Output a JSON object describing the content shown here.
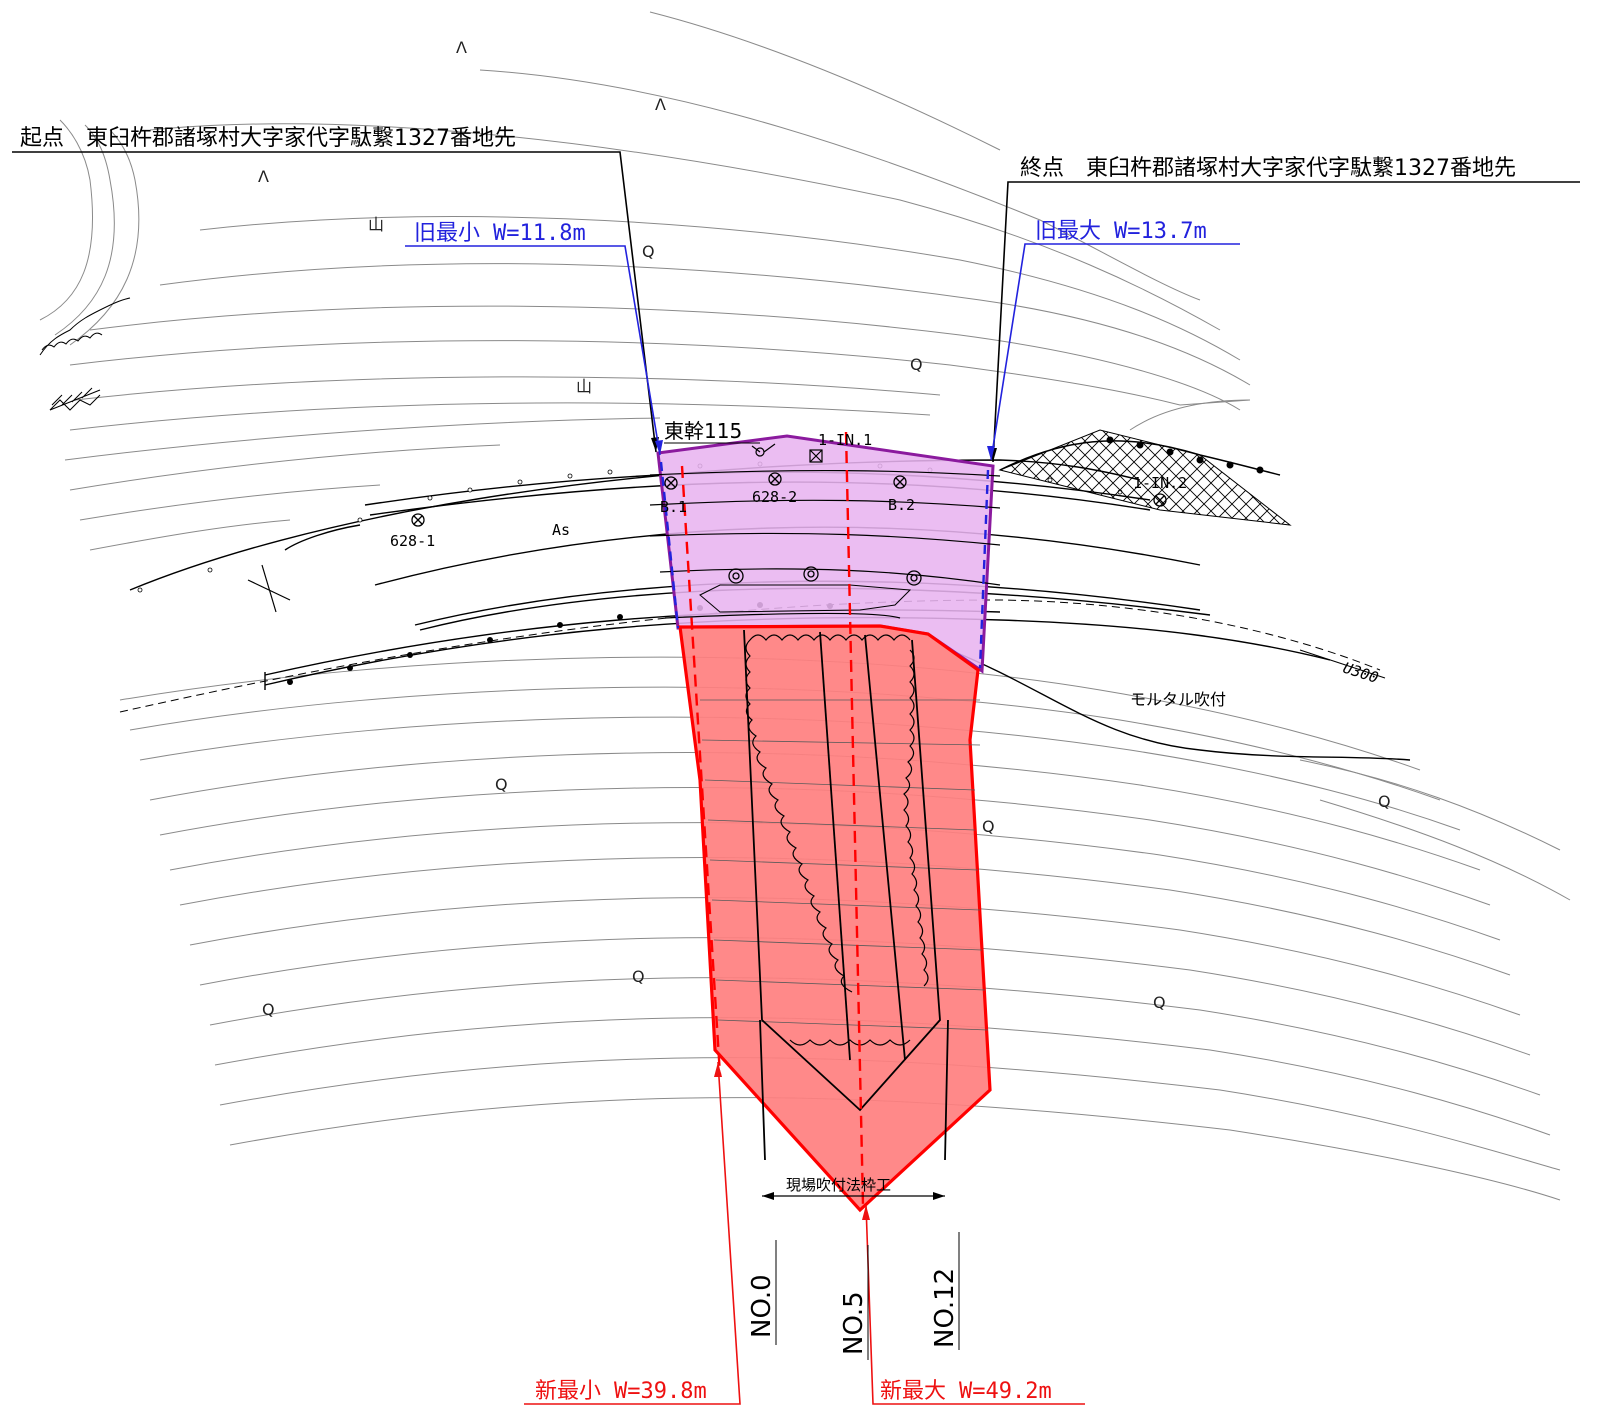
{
  "labels": {
    "start_point": "起点　東臼杵郡諸塚村大字家代字駄繋1327番地先",
    "end_point": "終点　東臼杵郡諸塚村大字家代字駄繋1327番地先",
    "old_min_prefix": "旧最小",
    "old_min_width": "W=11.8m",
    "old_max_prefix": "旧最大",
    "old_max_width": "W=13.7m",
    "new_min_prefix": "新最小",
    "new_min_width": "W=39.8m",
    "new_max_prefix": "新最大",
    "new_max_width": "W=49.2m",
    "pole": "東幹115",
    "in_1": "1-IN.1",
    "in_2": "1-IN.2",
    "b_1": "B.1",
    "b_2": "B.2",
    "parcel_628_1": "628-1",
    "parcel_628_2": "628-2",
    "asphalt": "As",
    "u300": "U300",
    "mortar": "モルタル吹付",
    "frame_work": "現場吹付法枠工",
    "station_0": "NO.0",
    "station_5": "NO.5",
    "station_12": "NO.12"
  },
  "symbols": {
    "shrub": "山",
    "grass": "Λ",
    "broadleaf": "Q"
  },
  "colors": {
    "old_area_fill": "#e8b4f0",
    "old_area_outline": "#8b1a9e",
    "new_area_fill": "#ff7f7f",
    "new_area_outline": "#ff0000",
    "old_width_text": "#2222dd",
    "new_width_text": "#ee1111",
    "contour": "#8a8a8a",
    "linework": "#000000"
  }
}
